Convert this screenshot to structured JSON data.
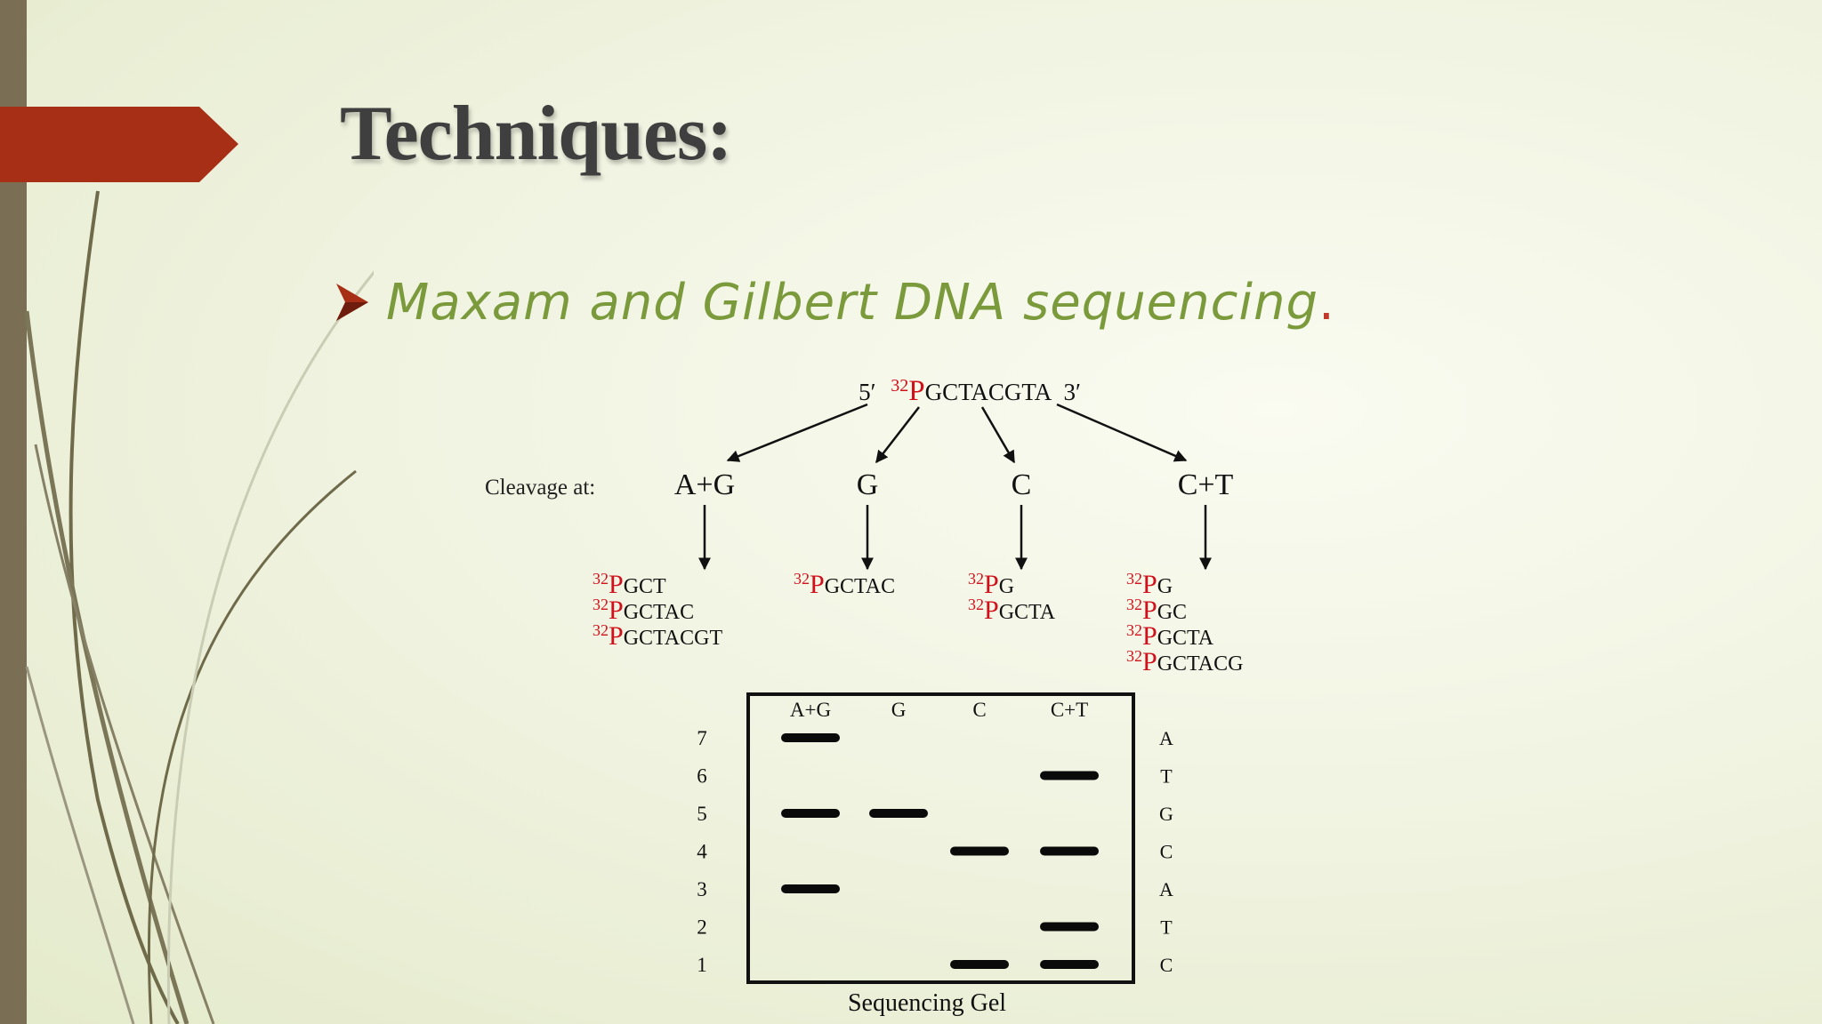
{
  "slide": {
    "title": "Techniques:",
    "bullet": {
      "text": "Maxam and Gilbert DNA sequencing",
      "trailing": ".",
      "icon": "chevron-right-icon"
    },
    "colors": {
      "accent": "#a72f16",
      "bullet_text": "#7a9a3c",
      "label_red": "#d0101a",
      "left_bar": "#7a6e55"
    }
  },
  "diagram": {
    "sequence": {
      "prefix": "5′",
      "label": "32",
      "p": "P",
      "bases": "GCTACGTA",
      "suffix": "3′"
    },
    "cleavage_label": "Cleavage at:",
    "reactions": [
      {
        "name": "A+G",
        "fragments": [
          {
            "sup": "32",
            "p": "P",
            "seq": "GCT"
          },
          {
            "sup": "32",
            "p": "P",
            "seq": "GCTAC"
          },
          {
            "sup": "32",
            "p": "P",
            "seq": "GCTACGT"
          }
        ]
      },
      {
        "name": "G",
        "fragments": [
          {
            "sup": "32",
            "p": "P",
            "seq": "GCTAC"
          }
        ]
      },
      {
        "name": "C",
        "fragments": [
          {
            "sup": "32",
            "p": "P",
            "seq": "G"
          },
          {
            "sup": "32",
            "p": "P",
            "seq": "GCTA"
          }
        ]
      },
      {
        "name": "C+T",
        "fragments": [
          {
            "sup": "32",
            "p": "P",
            "seq": "G"
          },
          {
            "sup": "32",
            "p": "P",
            "seq": "GC"
          },
          {
            "sup": "32",
            "p": "P",
            "seq": "GCTA"
          },
          {
            "sup": "32",
            "p": "P",
            "seq": "GCTACG"
          }
        ]
      }
    ],
    "gel": {
      "lanes": [
        "A+G",
        "G",
        "C",
        "C+T"
      ],
      "rows": [
        {
          "num": "7",
          "base": "A"
        },
        {
          "num": "6",
          "base": "T"
        },
        {
          "num": "5",
          "base": "G"
        },
        {
          "num": "4",
          "base": "C"
        },
        {
          "num": "3",
          "base": "A"
        },
        {
          "num": "2",
          "base": "T"
        },
        {
          "num": "1",
          "base": "C"
        }
      ],
      "bands": [
        {
          "lane": "A+G",
          "row": "7"
        },
        {
          "lane": "C+T",
          "row": "6"
        },
        {
          "lane": "A+G",
          "row": "5"
        },
        {
          "lane": "G",
          "row": "5"
        },
        {
          "lane": "C",
          "row": "4"
        },
        {
          "lane": "C+T",
          "row": "4"
        },
        {
          "lane": "A+G",
          "row": "3"
        },
        {
          "lane": "C+T",
          "row": "2"
        },
        {
          "lane": "C",
          "row": "1"
        },
        {
          "lane": "C+T",
          "row": "1"
        }
      ],
      "caption": "Sequencing Gel"
    }
  }
}
